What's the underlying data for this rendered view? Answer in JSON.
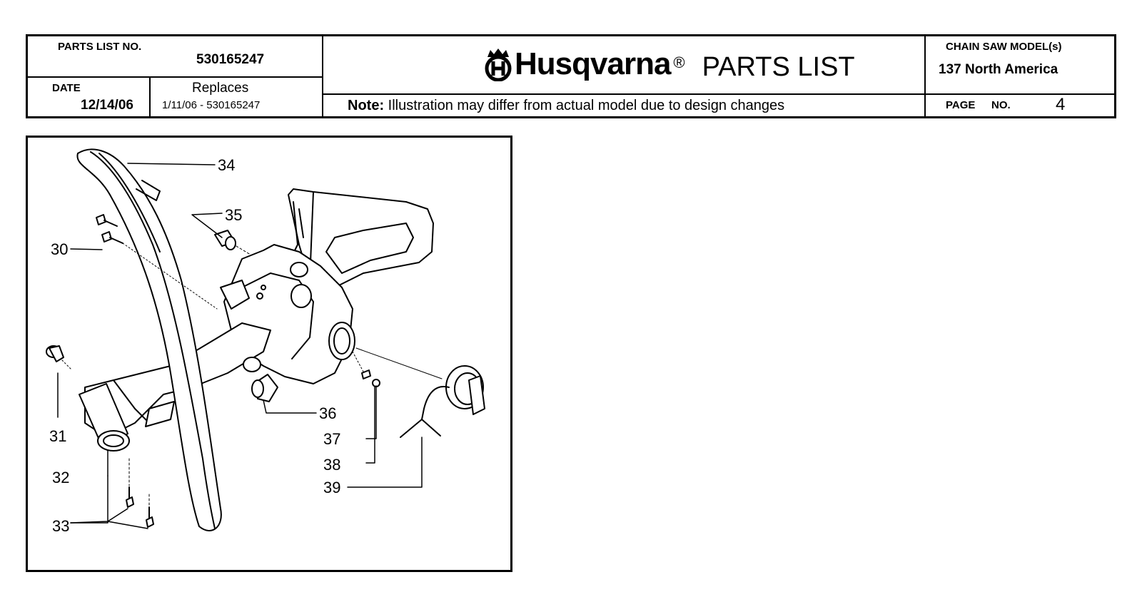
{
  "header": {
    "parts_list_label": "PARTS LIST NO.",
    "parts_list_number": "530165247",
    "date_label": "DATE",
    "date_value": "12/14/06",
    "replaces_label": "Replaces",
    "replaces_value": "1/11/06 - 530165247",
    "brand": "Husqvarna",
    "registered_mark": "®",
    "title": "PARTS LIST",
    "note_label": "Note:",
    "note_text": "Illustration may differ from actual model due to design changes",
    "model_label": "CHAIN SAW MODEL(s)",
    "model_value": "137 North America",
    "page_label": "PAGE",
    "page_no_label": "NO.",
    "page_number": "4"
  },
  "diagram": {
    "callouts": [
      "34",
      "35",
      "30",
      "31",
      "32",
      "33",
      "36",
      "37",
      "38",
      "39"
    ]
  }
}
